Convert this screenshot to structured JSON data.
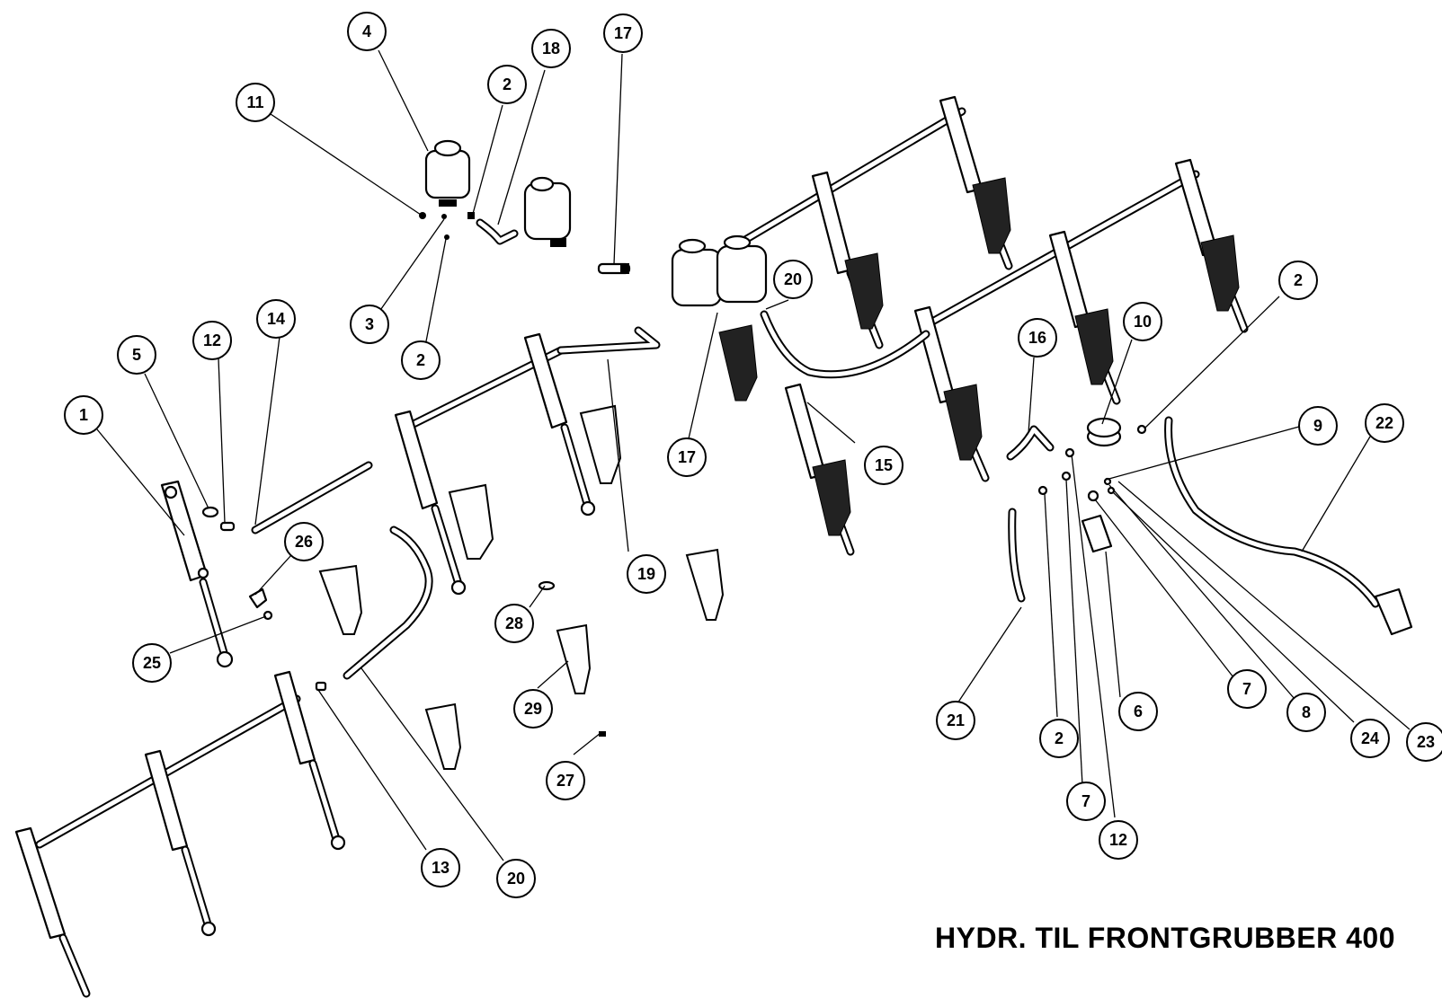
{
  "title": "HYDR. TIL FRONTGRUBBER 400",
  "callouts": [
    {
      "id": "c4",
      "label": "4"
    },
    {
      "id": "c11",
      "label": "11"
    },
    {
      "id": "c2a",
      "label": "2"
    },
    {
      "id": "c18",
      "label": "18"
    },
    {
      "id": "c17a",
      "label": "17"
    },
    {
      "id": "c3",
      "label": "3"
    },
    {
      "id": "c2b",
      "label": "2"
    },
    {
      "id": "c14",
      "label": "14"
    },
    {
      "id": "c12a",
      "label": "12"
    },
    {
      "id": "c5",
      "label": "5"
    },
    {
      "id": "c1",
      "label": "1"
    },
    {
      "id": "c26",
      "label": "26"
    },
    {
      "id": "c25",
      "label": "25"
    },
    {
      "id": "c20a",
      "label": "20"
    },
    {
      "id": "c17b",
      "label": "17"
    },
    {
      "id": "c15",
      "label": "15"
    },
    {
      "id": "c19",
      "label": "19"
    },
    {
      "id": "c28",
      "label": "28"
    },
    {
      "id": "c29",
      "label": "29"
    },
    {
      "id": "c27",
      "label": "27"
    },
    {
      "id": "c13",
      "label": "13"
    },
    {
      "id": "c20b",
      "label": "20"
    },
    {
      "id": "c16",
      "label": "16"
    },
    {
      "id": "c10",
      "label": "10"
    },
    {
      "id": "c2c",
      "label": "2"
    },
    {
      "id": "c9",
      "label": "9"
    },
    {
      "id": "c22",
      "label": "22"
    },
    {
      "id": "c21",
      "label": "21"
    },
    {
      "id": "c2d",
      "label": "2"
    },
    {
      "id": "c6",
      "label": "6"
    },
    {
      "id": "c7a",
      "label": "7"
    },
    {
      "id": "c8",
      "label": "8"
    },
    {
      "id": "c24",
      "label": "24"
    },
    {
      "id": "c23",
      "label": "23"
    },
    {
      "id": "c7b",
      "label": "7"
    },
    {
      "id": "c12b",
      "label": "12"
    }
  ]
}
